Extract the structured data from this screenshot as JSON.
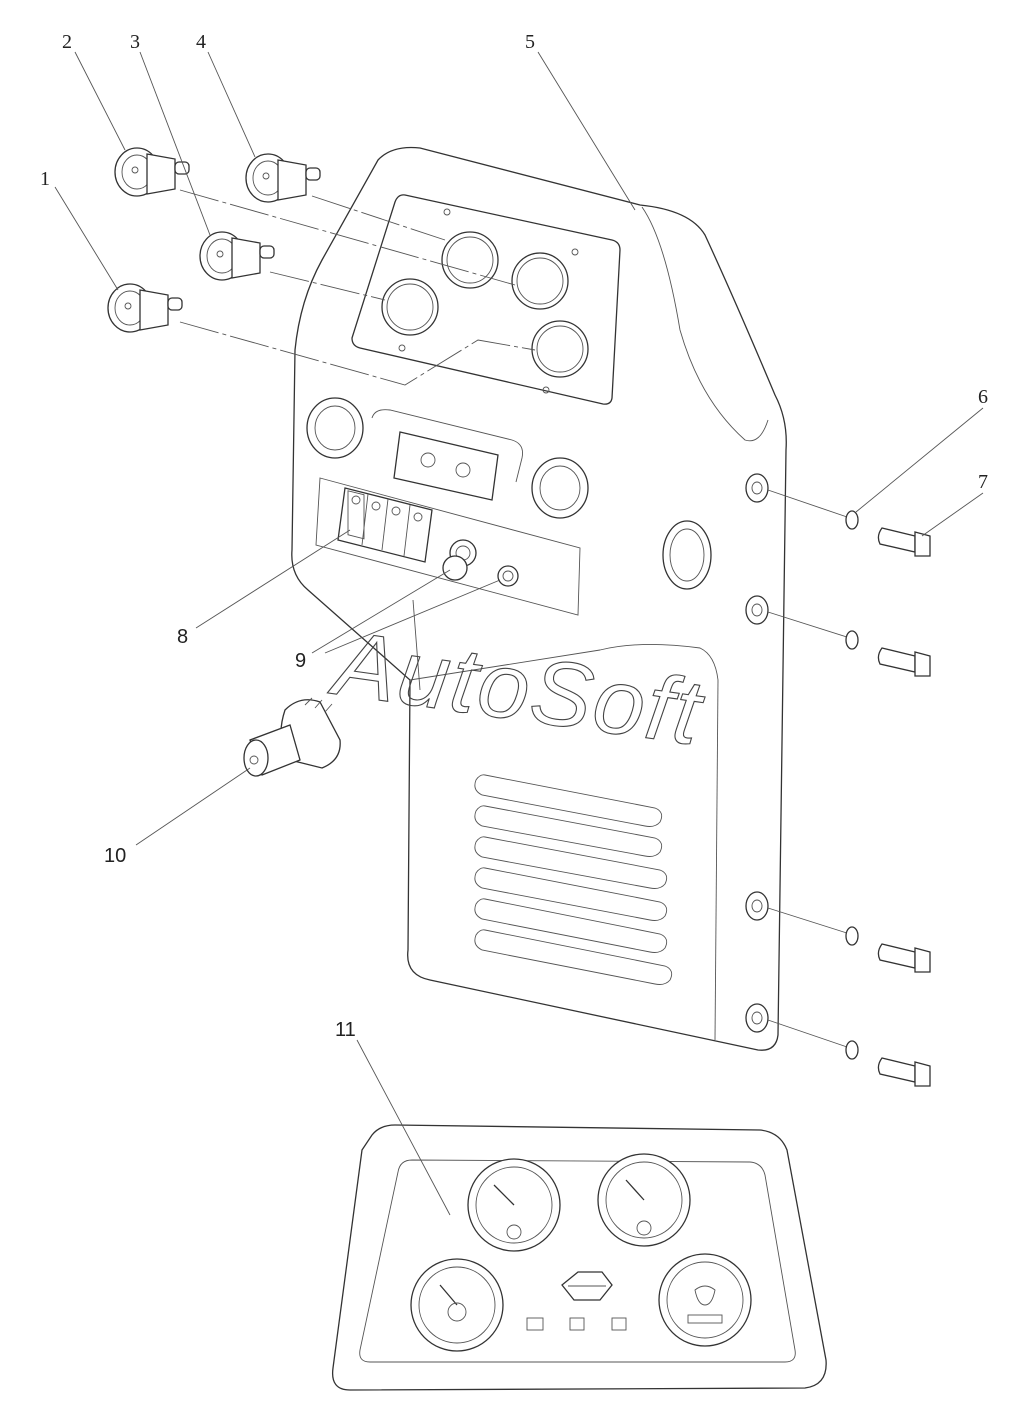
{
  "callouts": {
    "c1": "1",
    "c2": "2",
    "c3": "3",
    "c4": "4",
    "c5": "5",
    "c6": "6",
    "c7": "7",
    "c8": "8",
    "c9": "9",
    "c10": "10",
    "c11": "11"
  },
  "watermark": "AutoSoft"
}
